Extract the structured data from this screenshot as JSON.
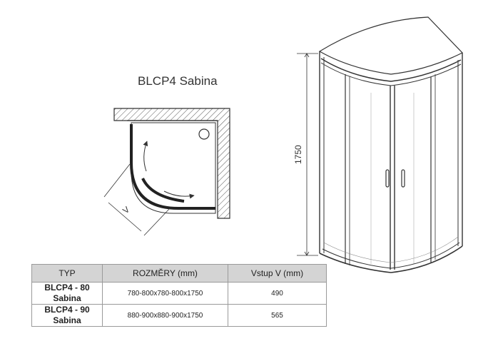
{
  "diagram": {
    "title": "BLCP4 Sabina",
    "height_label": "1750",
    "entry_label": "V"
  },
  "table": {
    "headers": {
      "type": "TYP",
      "dimensions": "ROZMĚRY (mm)",
      "entry": "Vstup V (mm)"
    },
    "rows": [
      {
        "type_line1": "BLCP4 - 80",
        "type_line2": "Sabina",
        "dimensions": "780-800x780-800x1750",
        "entry": "490"
      },
      {
        "type_line1": "BLCP4 - 90",
        "type_line2": "Sabina",
        "dimensions": "880-900x880-900x1750",
        "entry": "565"
      }
    ]
  },
  "colors": {
    "line": "#333333",
    "header_bg": "#d4d4d4",
    "hatch": "#555555"
  }
}
